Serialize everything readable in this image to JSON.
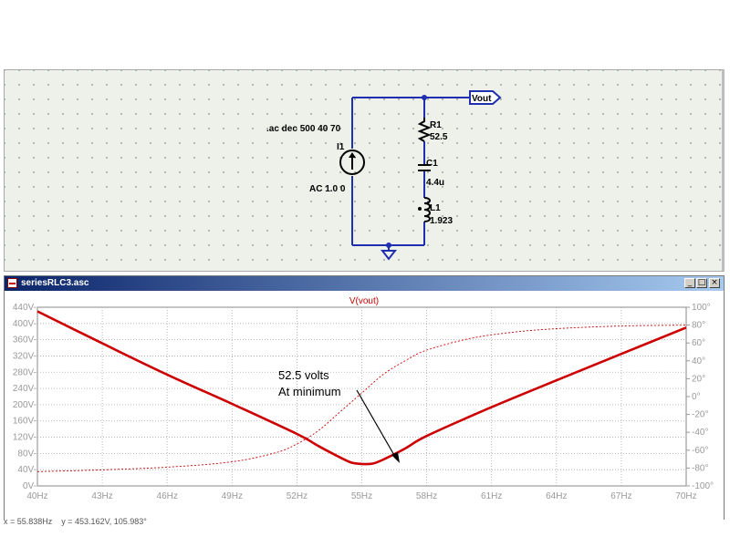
{
  "schematic": {
    "directive": ".ac dec 500 40 70",
    "source_name": "I1",
    "source_value": "AC 1.0 0",
    "r_name": "R1",
    "r_value": "52.5",
    "c_name": "C1",
    "c_value": "4.4u",
    "l_name": "L1",
    "l_value": "1.923",
    "net_label": "Vout"
  },
  "plot_window": {
    "title": "seriesRLC3.asc",
    "btn_min": "_",
    "btn_max": "□",
    "btn_close": "×",
    "trace_label": "V(vout)",
    "annotation_line1": "52.5 volts",
    "annotation_line2": "At minimum"
  },
  "status_bar": {
    "text": "x = 55.838Hz    y = 453.162V, 105.983°"
  },
  "colors": {
    "trace": "#cc0000",
    "wire": "#1f2fb0",
    "grid": "#a8a8a8",
    "axis_text": "#999999"
  },
  "chart_data": {
    "type": "line",
    "title": "V(vout)",
    "xlabel": "",
    "ylabel": "",
    "x_ticks": [
      "40Hz",
      "43Hz",
      "46Hz",
      "49Hz",
      "52Hz",
      "55Hz",
      "58Hz",
      "61Hz",
      "64Hz",
      "67Hz",
      "70Hz"
    ],
    "y_left_ticks": [
      "0V-",
      "40V-",
      "80V-",
      "120V-",
      "160V-",
      "200V-",
      "240V-",
      "280V-",
      "320V-",
      "360V-",
      "400V-",
      "440V-"
    ],
    "y_right_ticks": [
      "-100°",
      "-80°",
      "-60°",
      "-40°",
      "-20°",
      "0°",
      "20°",
      "40°",
      "60°",
      "80°",
      "100°"
    ],
    "xlim": [
      40,
      70
    ],
    "ylim_left": [
      0,
      440
    ],
    "ylim_right": [
      -100,
      100
    ],
    "grid": true,
    "series": [
      {
        "style": "solid",
        "axis": "left",
        "points": [
          [
            40,
            430
          ],
          [
            43,
            351
          ],
          [
            46,
            274
          ],
          [
            49,
            202
          ],
          [
            52,
            128
          ],
          [
            53,
            98
          ],
          [
            54,
            70
          ],
          [
            54.5,
            58
          ],
          [
            55,
            54
          ],
          [
            55.5,
            55
          ],
          [
            56,
            65
          ],
          [
            57,
            92
          ],
          [
            58,
            123
          ],
          [
            61,
            194
          ],
          [
            64,
            260
          ],
          [
            67,
            325
          ],
          [
            70,
            390
          ]
        ]
      },
      {
        "style": "dashed",
        "axis": "right",
        "points": [
          [
            40,
            -84
          ],
          [
            43,
            -82
          ],
          [
            46,
            -79
          ],
          [
            49,
            -73
          ],
          [
            51,
            -63
          ],
          [
            52,
            -53
          ],
          [
            53,
            -38
          ],
          [
            54,
            -17
          ],
          [
            55,
            4
          ],
          [
            56,
            25
          ],
          [
            57,
            40
          ],
          [
            58,
            52
          ],
          [
            60,
            65
          ],
          [
            62,
            72
          ],
          [
            64,
            76
          ],
          [
            67,
            79
          ],
          [
            70,
            80
          ]
        ]
      }
    ]
  }
}
